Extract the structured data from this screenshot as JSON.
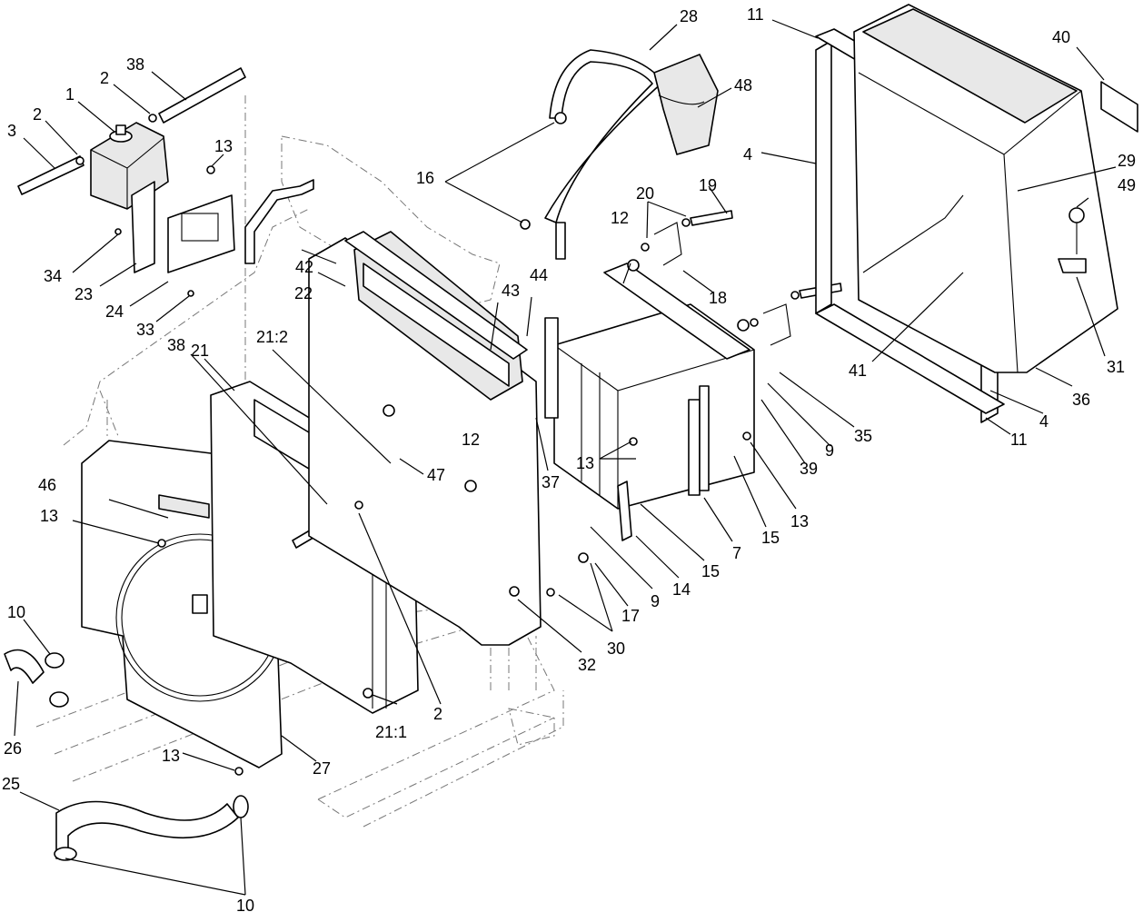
{
  "diagram": {
    "callouts": [
      {
        "id": "c1",
        "text": "1"
      },
      {
        "id": "c2a",
        "text": "2"
      },
      {
        "id": "c2b",
        "text": "2"
      },
      {
        "id": "c2c",
        "text": "2"
      },
      {
        "id": "c3",
        "text": "3"
      },
      {
        "id": "c38a",
        "text": "38"
      },
      {
        "id": "c38b",
        "text": "38"
      },
      {
        "id": "c13a",
        "text": "13"
      },
      {
        "id": "c13b",
        "text": "13"
      },
      {
        "id": "c13c",
        "text": "13"
      },
      {
        "id": "c13d",
        "text": "13"
      },
      {
        "id": "c13e",
        "text": "13"
      },
      {
        "id": "c34",
        "text": "34"
      },
      {
        "id": "c23",
        "text": "23"
      },
      {
        "id": "c24",
        "text": "24"
      },
      {
        "id": "c33",
        "text": "33"
      },
      {
        "id": "c21",
        "text": "21"
      },
      {
        "id": "c21_2",
        "text": "21:2"
      },
      {
        "id": "c21_1",
        "text": "21:1"
      },
      {
        "id": "c22",
        "text": "22"
      },
      {
        "id": "c42",
        "text": "42"
      },
      {
        "id": "c43",
        "text": "43"
      },
      {
        "id": "c44",
        "text": "44"
      },
      {
        "id": "c16",
        "text": "16"
      },
      {
        "id": "c28",
        "text": "28"
      },
      {
        "id": "c48",
        "text": "48"
      },
      {
        "id": "c11a",
        "text": "11"
      },
      {
        "id": "c11b",
        "text": "11"
      },
      {
        "id": "c40",
        "text": "40"
      },
      {
        "id": "c4a",
        "text": "4"
      },
      {
        "id": "c4b",
        "text": "4"
      },
      {
        "id": "c19",
        "text": "19"
      },
      {
        "id": "c20",
        "text": "20"
      },
      {
        "id": "c12a",
        "text": "12"
      },
      {
        "id": "c12b",
        "text": "12"
      },
      {
        "id": "c18",
        "text": "18"
      },
      {
        "id": "c29",
        "text": "29"
      },
      {
        "id": "c49",
        "text": "49"
      },
      {
        "id": "c41",
        "text": "41"
      },
      {
        "id": "c31",
        "text": "31"
      },
      {
        "id": "c36",
        "text": "36"
      },
      {
        "id": "c35",
        "text": "35"
      },
      {
        "id": "c9a",
        "text": "9"
      },
      {
        "id": "c9b",
        "text": "9"
      },
      {
        "id": "c39",
        "text": "39"
      },
      {
        "id": "c47",
        "text": "47"
      },
      {
        "id": "c37",
        "text": "37"
      },
      {
        "id": "c15a",
        "text": "15"
      },
      {
        "id": "c15b",
        "text": "15"
      },
      {
        "id": "c7",
        "text": "7"
      },
      {
        "id": "c14",
        "text": "14"
      },
      {
        "id": "c17",
        "text": "17"
      },
      {
        "id": "c30",
        "text": "30"
      },
      {
        "id": "c32",
        "text": "32"
      },
      {
        "id": "c46",
        "text": "46"
      },
      {
        "id": "c10a",
        "text": "10"
      },
      {
        "id": "c10b",
        "text": "10"
      },
      {
        "id": "c26",
        "text": "26"
      },
      {
        "id": "c25",
        "text": "25"
      },
      {
        "id": "c27",
        "text": "27"
      }
    ]
  }
}
